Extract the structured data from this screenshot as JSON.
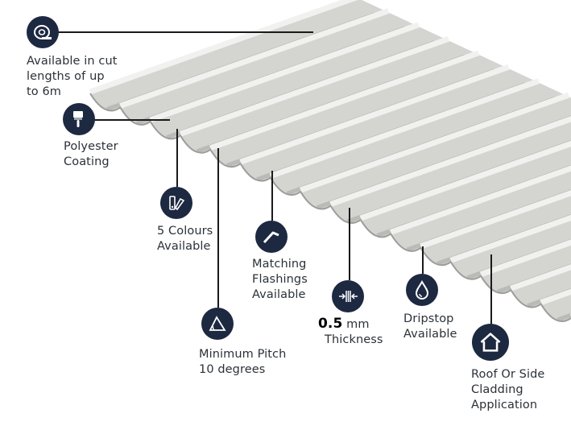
{
  "features": {
    "cut_lengths": {
      "icon": "tape-measure-icon",
      "lines": [
        "Available in cut",
        "lengths of up",
        "to 6m"
      ]
    },
    "coating": {
      "icon": "paint-brush-icon",
      "lines": [
        "Polyester",
        "Coating"
      ]
    },
    "colours": {
      "icon": "colour-swatch-icon",
      "lines": [
        "5 Colours",
        "Available"
      ]
    },
    "pitch": {
      "icon": "angle-icon",
      "lines": [
        "Minimum Pitch",
        "10 degrees"
      ]
    },
    "flashings": {
      "icon": "flashing-icon",
      "lines": [
        "Matching",
        "Flashings",
        "Available"
      ]
    },
    "thickness": {
      "icon": "thickness-icon",
      "value": "0.5",
      "unit": "mm",
      "line2": "Thickness"
    },
    "dripstop": {
      "icon": "water-drop-icon",
      "lines": [
        "Dripstop",
        "Available"
      ]
    },
    "application": {
      "icon": "house-icon",
      "lines": [
        "Roof Or Side",
        "Cladding",
        "Application"
      ]
    }
  },
  "colors": {
    "icon_bg": "#1d2841",
    "sheet": "#d4d5d1"
  }
}
